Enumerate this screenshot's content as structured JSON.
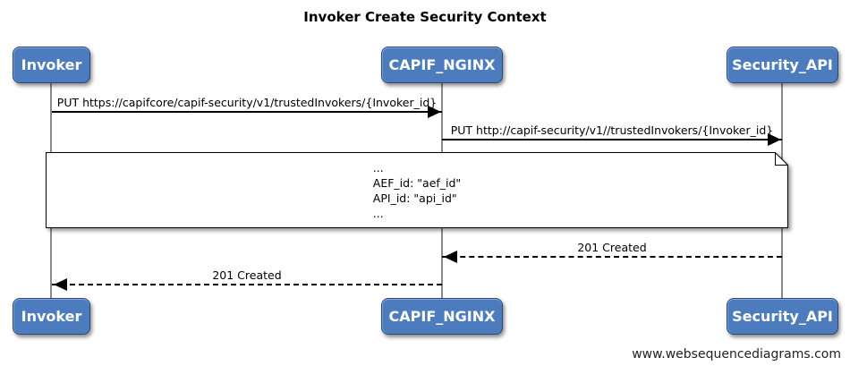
{
  "title": "Invoker Create Security Context",
  "footer": "www.websequencediagrams.com",
  "actors": [
    {
      "id": "invoker",
      "label": "Invoker"
    },
    {
      "id": "capif_nginx",
      "label": "CAPIF_NGINX"
    },
    {
      "id": "security_api",
      "label": "Security_API"
    }
  ],
  "messages": [
    {
      "from": "Invoker",
      "to": "CAPIF_NGINX",
      "style": "solid",
      "label": "PUT https://capifcore/capif-security/v1/trustedInvokers/{Invoker_id}"
    },
    {
      "from": "CAPIF_NGINX",
      "to": "Security_API",
      "style": "solid",
      "label": "PUT http://capif-security/v1//trustedInvokers/{Invoker_id}"
    },
    {
      "from": "Security_API",
      "to": "CAPIF_NGINX",
      "style": "dashed",
      "label": "201 Created"
    },
    {
      "from": "CAPIF_NGINX",
      "to": "Invoker",
      "style": "dashed",
      "label": "201 Created"
    }
  ],
  "note": {
    "lines": [
      "...",
      "AEF_id: \"aef_id\"",
      "API_id: \"api_id\"",
      "..."
    ]
  },
  "colors": {
    "actor_fill": "#4d7cbe",
    "actor_border": "#29497e",
    "lifeline": "#8a8a8a",
    "note_fill": "#ffffff",
    "line": "#000000"
  }
}
